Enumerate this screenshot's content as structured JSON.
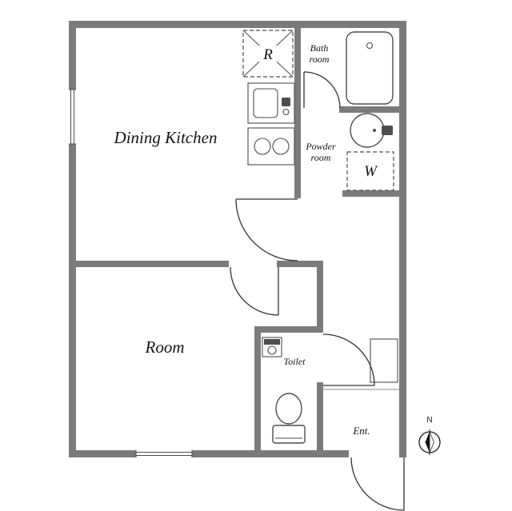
{
  "floorplan": {
    "labels": {
      "dining_kitchen": "Dining Kitchen",
      "room": "Room",
      "bath_line1": "Bath",
      "bath_line2": "room",
      "powder_line1": "Powder",
      "powder_line2": "room",
      "toilet": "Toilet",
      "entrance": "Ent.",
      "refrigerator": "R",
      "washer": "W",
      "compass_north": "N"
    },
    "colors": {
      "wall": "#7b7b7b",
      "fixture_outline": "#4d4d4d",
      "door_line": "#333333",
      "text": "#141414",
      "background": "#ffffff"
    }
  }
}
